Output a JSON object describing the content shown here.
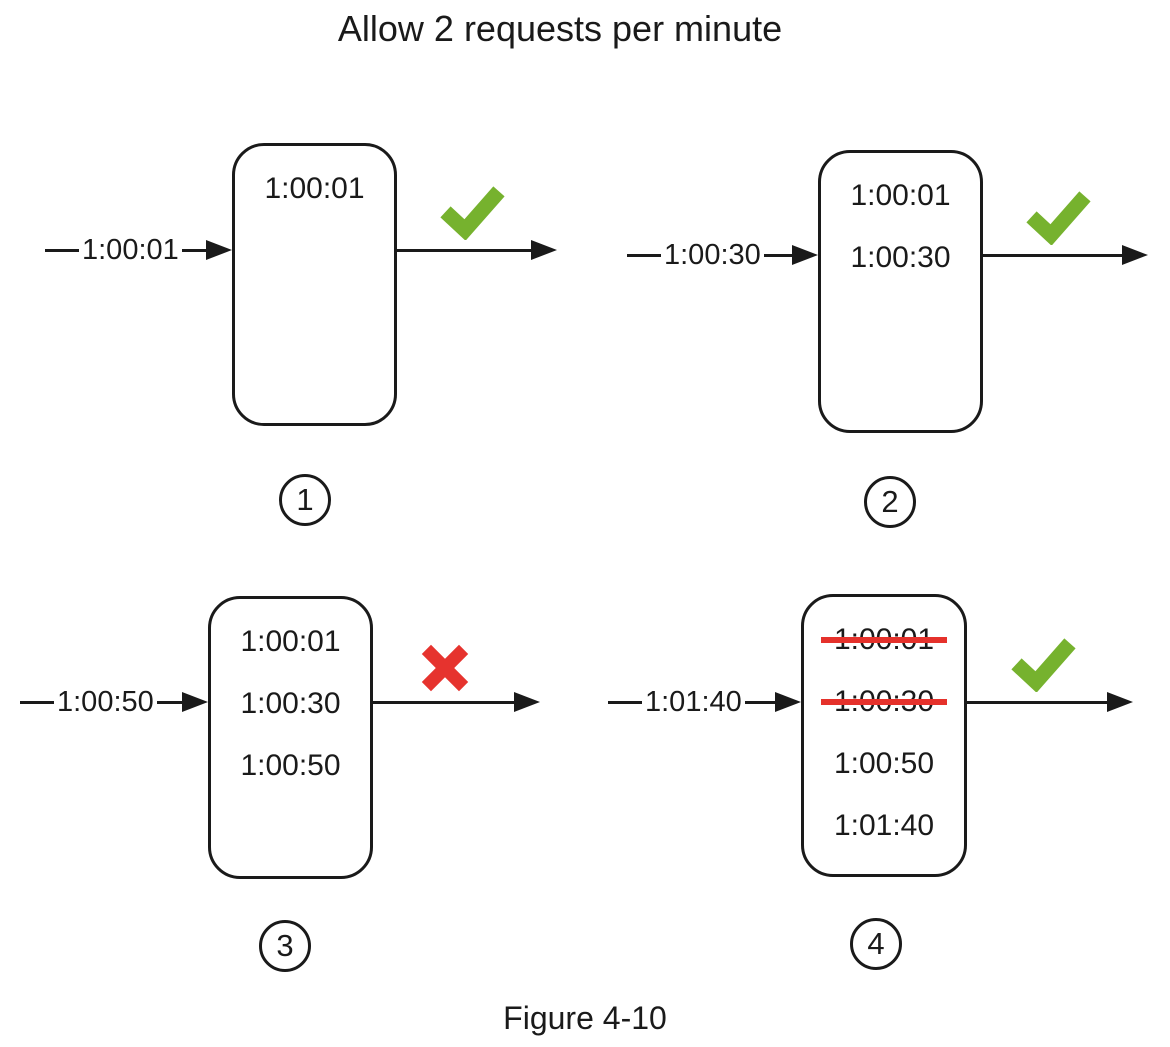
{
  "title": "Allow 2 requests per minute",
  "caption": "Figure 4-10",
  "colors": {
    "accept_green": "#76b22e",
    "reject_red": "#e6332e",
    "strike_red": "#e5312b",
    "line_black": "#1a1a1a"
  },
  "panels": [
    {
      "number": "1",
      "incoming_request": "1:00:01",
      "result": "accepted",
      "log_entries": [
        {
          "time": "1:00:01",
          "struck": false
        }
      ]
    },
    {
      "number": "2",
      "incoming_request": "1:00:30",
      "result": "accepted",
      "log_entries": [
        {
          "time": "1:00:01",
          "struck": false
        },
        {
          "time": "1:00:30",
          "struck": false
        }
      ]
    },
    {
      "number": "3",
      "incoming_request": "1:00:50",
      "result": "rejected",
      "log_entries": [
        {
          "time": "1:00:01",
          "struck": false
        },
        {
          "time": "1:00:30",
          "struck": false
        },
        {
          "time": "1:00:50",
          "struck": false
        }
      ]
    },
    {
      "number": "4",
      "incoming_request": "1:01:40",
      "result": "accepted",
      "log_entries": [
        {
          "time": "1:00:01",
          "struck": true
        },
        {
          "time": "1:00:30",
          "struck": true
        },
        {
          "time": "1:00:50",
          "struck": false
        },
        {
          "time": "1:01:40",
          "struck": false
        }
      ]
    }
  ]
}
